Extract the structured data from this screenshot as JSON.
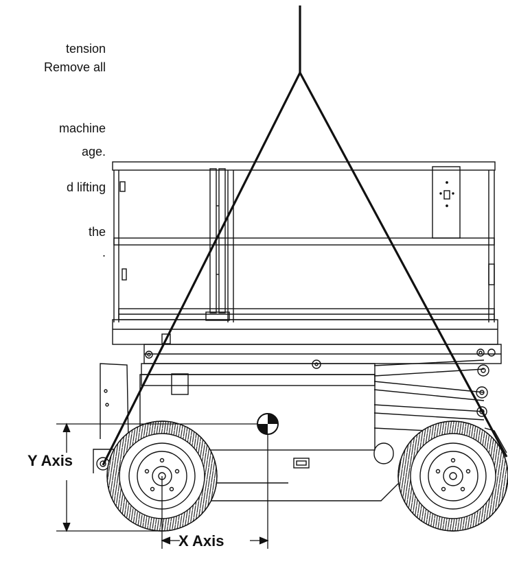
{
  "instructions": {
    "lines": [
      "tension",
      "Remove all",
      "machine",
      "age.",
      "d lifting",
      "the",
      "."
    ]
  },
  "axes": {
    "y_label": "Y Axis",
    "x_label": "X Axis"
  },
  "colors": {
    "ink": "#111111",
    "background": "#ffffff"
  },
  "icons": {
    "center_of_gravity": "center-of-gravity-icon"
  }
}
